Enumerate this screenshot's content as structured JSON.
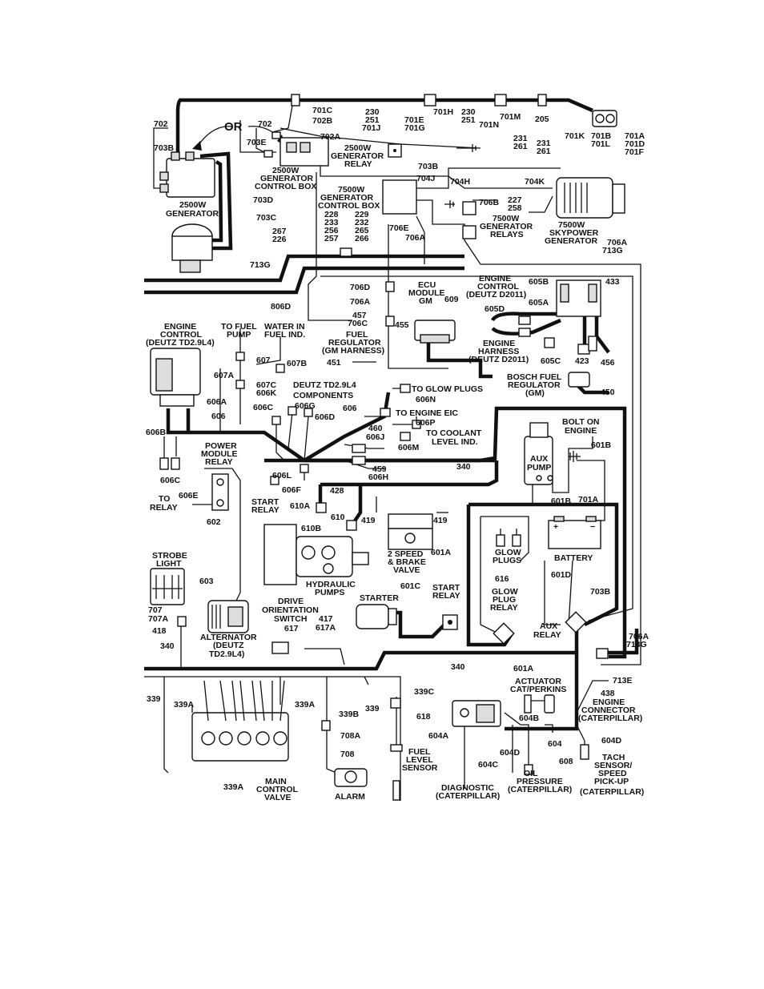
{
  "labels": {
    "or": "OR",
    "w702": "702",
    "w703b_left": "703B",
    "w702_mid": "702",
    "w703e": "703E",
    "w702a": "702A",
    "w701c": "701C",
    "w702b": "702B",
    "w230": "230",
    "w251": "251",
    "w701j": "701J",
    "w701e": "701E",
    "w701g": "701G",
    "w701h": "701H",
    "w230b": "230",
    "w251b": "251",
    "w701m": "701M",
    "w701n": "701N",
    "w205": "205",
    "w231": "231",
    "w261": "261",
    "w231b": "231",
    "w261b": "261",
    "w701k": "701K",
    "w701b": "701B",
    "w701l": "701L",
    "w701a_top": "701A",
    "w701d": "701D",
    "w701f": "701F",
    "gen2500_relay_1": "2500W",
    "gen2500_relay_2": "GENERATOR",
    "gen2500_relay_3": "RELAY",
    "w703b_mid": "703B",
    "gen2500_cb_1": "2500W",
    "gen2500_cb_2": "GENERATOR",
    "gen2500_cb_3": "CONTROL BOX",
    "w703d": "703D",
    "gen2500_1": "2500W",
    "gen2500_2": "GENERATOR",
    "w703c": "703C",
    "w267": "267",
    "w226": "226",
    "w713g": "713G",
    "w704j": "704J",
    "w704h": "704H",
    "w704k": "704K",
    "gen7500_cb_1": "7500W",
    "gen7500_cb_2": "GENERATOR",
    "gen7500_cb_3": "CONTROL BOX",
    "g228": "228",
    "g233": "233",
    "g256": "256",
    "g257": "257",
    "g229": "229",
    "g232": "232",
    "g265": "265",
    "g266": "266",
    "w706e": "706E",
    "w706a_mid": "706A",
    "w706b": "706B",
    "w227": "227",
    "w258": "258",
    "gen7500_relays_1": "7500W",
    "gen7500_relays_2": "GENERATOR",
    "gen7500_relays_3": "RELAYS",
    "skypower_1": "7500W",
    "skypower_2": "SKYPOWER",
    "skypower_3": "GENERATOR",
    "w706a_right": "706A",
    "w713g_right": "713G",
    "w806d": "806D",
    "w706d": "706D",
    "w706a_left": "706A",
    "w457": "457",
    "w706c": "706C",
    "w455": "455",
    "ecu_1": "ECU",
    "ecu_2": "MODULE",
    "ecu_3": "GM",
    "w609": "609",
    "fuelreg_1": "FUEL",
    "fuelreg_2": "REGULATOR",
    "fuelreg_3": "(GM HARNESS)",
    "w451": "451",
    "ec_d2011_1": "ENGINE",
    "ec_d2011_2": "CONTROL",
    "ec_d2011_3": "(DEUTZ D2011)",
    "w605b": "605B",
    "w433": "433",
    "w605a": "605A",
    "w605d": "605D",
    "eh_1": "ENGINE",
    "eh_2": "HARNESS",
    "eh_3": "(DEUTZ D2011)",
    "w605c": "605C",
    "w423": "423",
    "w456": "456",
    "bosch_1": "BOSCH FUEL",
    "bosch_2": "REGULATOR",
    "bosch_3": "(GM)",
    "w450": "450",
    "ec_td_1": "ENGINE",
    "ec_td_2": "CONTROL",
    "ec_td_3": "(DEUTZ TD2.9L4)",
    "fuelpump_1": "TO FUEL",
    "fuelpump_2": "PUMP",
    "water_1": "WATER IN",
    "water_2": "FUEL IND.",
    "w607": "607",
    "w607a": "607A",
    "w607b": "607B",
    "w607c": "607C",
    "w606k": "606K",
    "deutz_comp_1": "DEUTZ TD2.9L4",
    "deutz_comp_2": "COMPONENTS",
    "w606n": "606N",
    "glowplugs_to": "TO GLOW PLUGS",
    "w606a": "606A",
    "w606": "606",
    "w606c_mid": "606C",
    "w606g": "606G",
    "w606d": "606D",
    "w606_mid": "606",
    "engine_eic": "TO ENGINE EIC",
    "w606p": "606P",
    "coolant_1": "TO COOLANT",
    "coolant_2": "LEVEL IND.",
    "w460": "460",
    "w606j": "606J",
    "w606m": "606M",
    "w459": "459",
    "w606h": "606H",
    "w606b": "606B",
    "w606c_left": "606C",
    "pmr_1": "POWER",
    "pmr_2": "MODULE",
    "pmr_3": "RELAY",
    "w606l": "606L",
    "w606e": "606E",
    "w606f": "606F",
    "torelay_1": "TO",
    "torelay_2": "RELAY",
    "w602": "602",
    "startrelay_1": "START",
    "startrelay_2": "RELAY",
    "w340_top": "340",
    "w428": "428",
    "w610a": "610A",
    "w610": "610",
    "w610b": "610B",
    "w419a": "419",
    "w419b": "419",
    "bolt_1": "BOLT ON",
    "bolt_2": "ENGINE",
    "w601b_top": "601B",
    "auxpump_1": "AUX",
    "auxpump_2": "PUMP",
    "w601b": "601B",
    "w701a_mid": "701A",
    "battery": "BATTERY",
    "plus": "+",
    "minus": "−",
    "brake_1": "2 SPEED",
    "brake_2": "& BRAKE",
    "brake_3": "VALVE",
    "w601a": "601A",
    "glow_1": "GLOW",
    "glow_2": "PLUGS",
    "w616": "616",
    "gpr_1": "GLOW",
    "gpr_2": "PLUG",
    "gpr_3": "RELAY",
    "w601d": "601D",
    "w703b_right": "703B",
    "strobe_1": "STROBE",
    "strobe_2": "LIGHT",
    "w603": "603",
    "hyd_1": "HYDRAULIC",
    "hyd_2": "PUMPS",
    "drive_1": "DRIVE",
    "drive_2": "ORIENTATION",
    "drive_3": "SWITCH",
    "w417": "417",
    "w617a": "617A",
    "w617": "617",
    "starter": "STARTER",
    "w601c": "601C",
    "startrelay2_1": "START",
    "startrelay2_2": "RELAY",
    "auxrelay_1": "AUX",
    "auxrelay_2": "RELAY",
    "w707": "707",
    "w707a": "707A",
    "w418": "418",
    "w340_left": "340",
    "alt_1": "ALTERNATOR",
    "alt_2": "(DEUTZ",
    "alt_3": "TD2.9L4)",
    "w340_bottom": "340",
    "w601a_bottom": "601A",
    "w706a_low": "706A",
    "w713g_low": "713G",
    "w713e": "713E",
    "actuator_1": "ACTUATOR",
    "actuator_2": "CAT/PERKINS",
    "w438": "438",
    "engconn_1": "ENGINE",
    "engconn_2": "CONNECTOR",
    "engconn_3": "(CATERPILLAR)",
    "w339": "339",
    "w339a_l": "339A",
    "w339a_r": "339A",
    "w339b": "339B",
    "w339_r": "339",
    "w339c": "339C",
    "w618": "618",
    "w604b": "604B",
    "w604a": "604A",
    "w604": "604",
    "w604d": "604D",
    "w708a": "708A",
    "w708": "708",
    "fls_1": "FUEL",
    "fls_2": "LEVEL",
    "fls_3": "SENSOR",
    "w604d_b": "604D",
    "w604c": "604C",
    "w608": "608",
    "oil_1": "OIL",
    "oil_2": "PRESSURE",
    "oil_3": "(CATERPILLAR)",
    "tach_1": "TACH",
    "tach_2": "SENSOR/",
    "tach_3": "SPEED",
    "tach_4": "PICK-UP",
    "tach_5": "(CATERPILLAR)",
    "diag_1": "DIAGNOSTIC",
    "diag_2": "(CATERPILLAR)",
    "w339a_bottom": "339A",
    "mcv_1": "MAIN",
    "mcv_2": "CONTROL",
    "mcv_3": "VALVE",
    "alarm": "ALARM"
  }
}
